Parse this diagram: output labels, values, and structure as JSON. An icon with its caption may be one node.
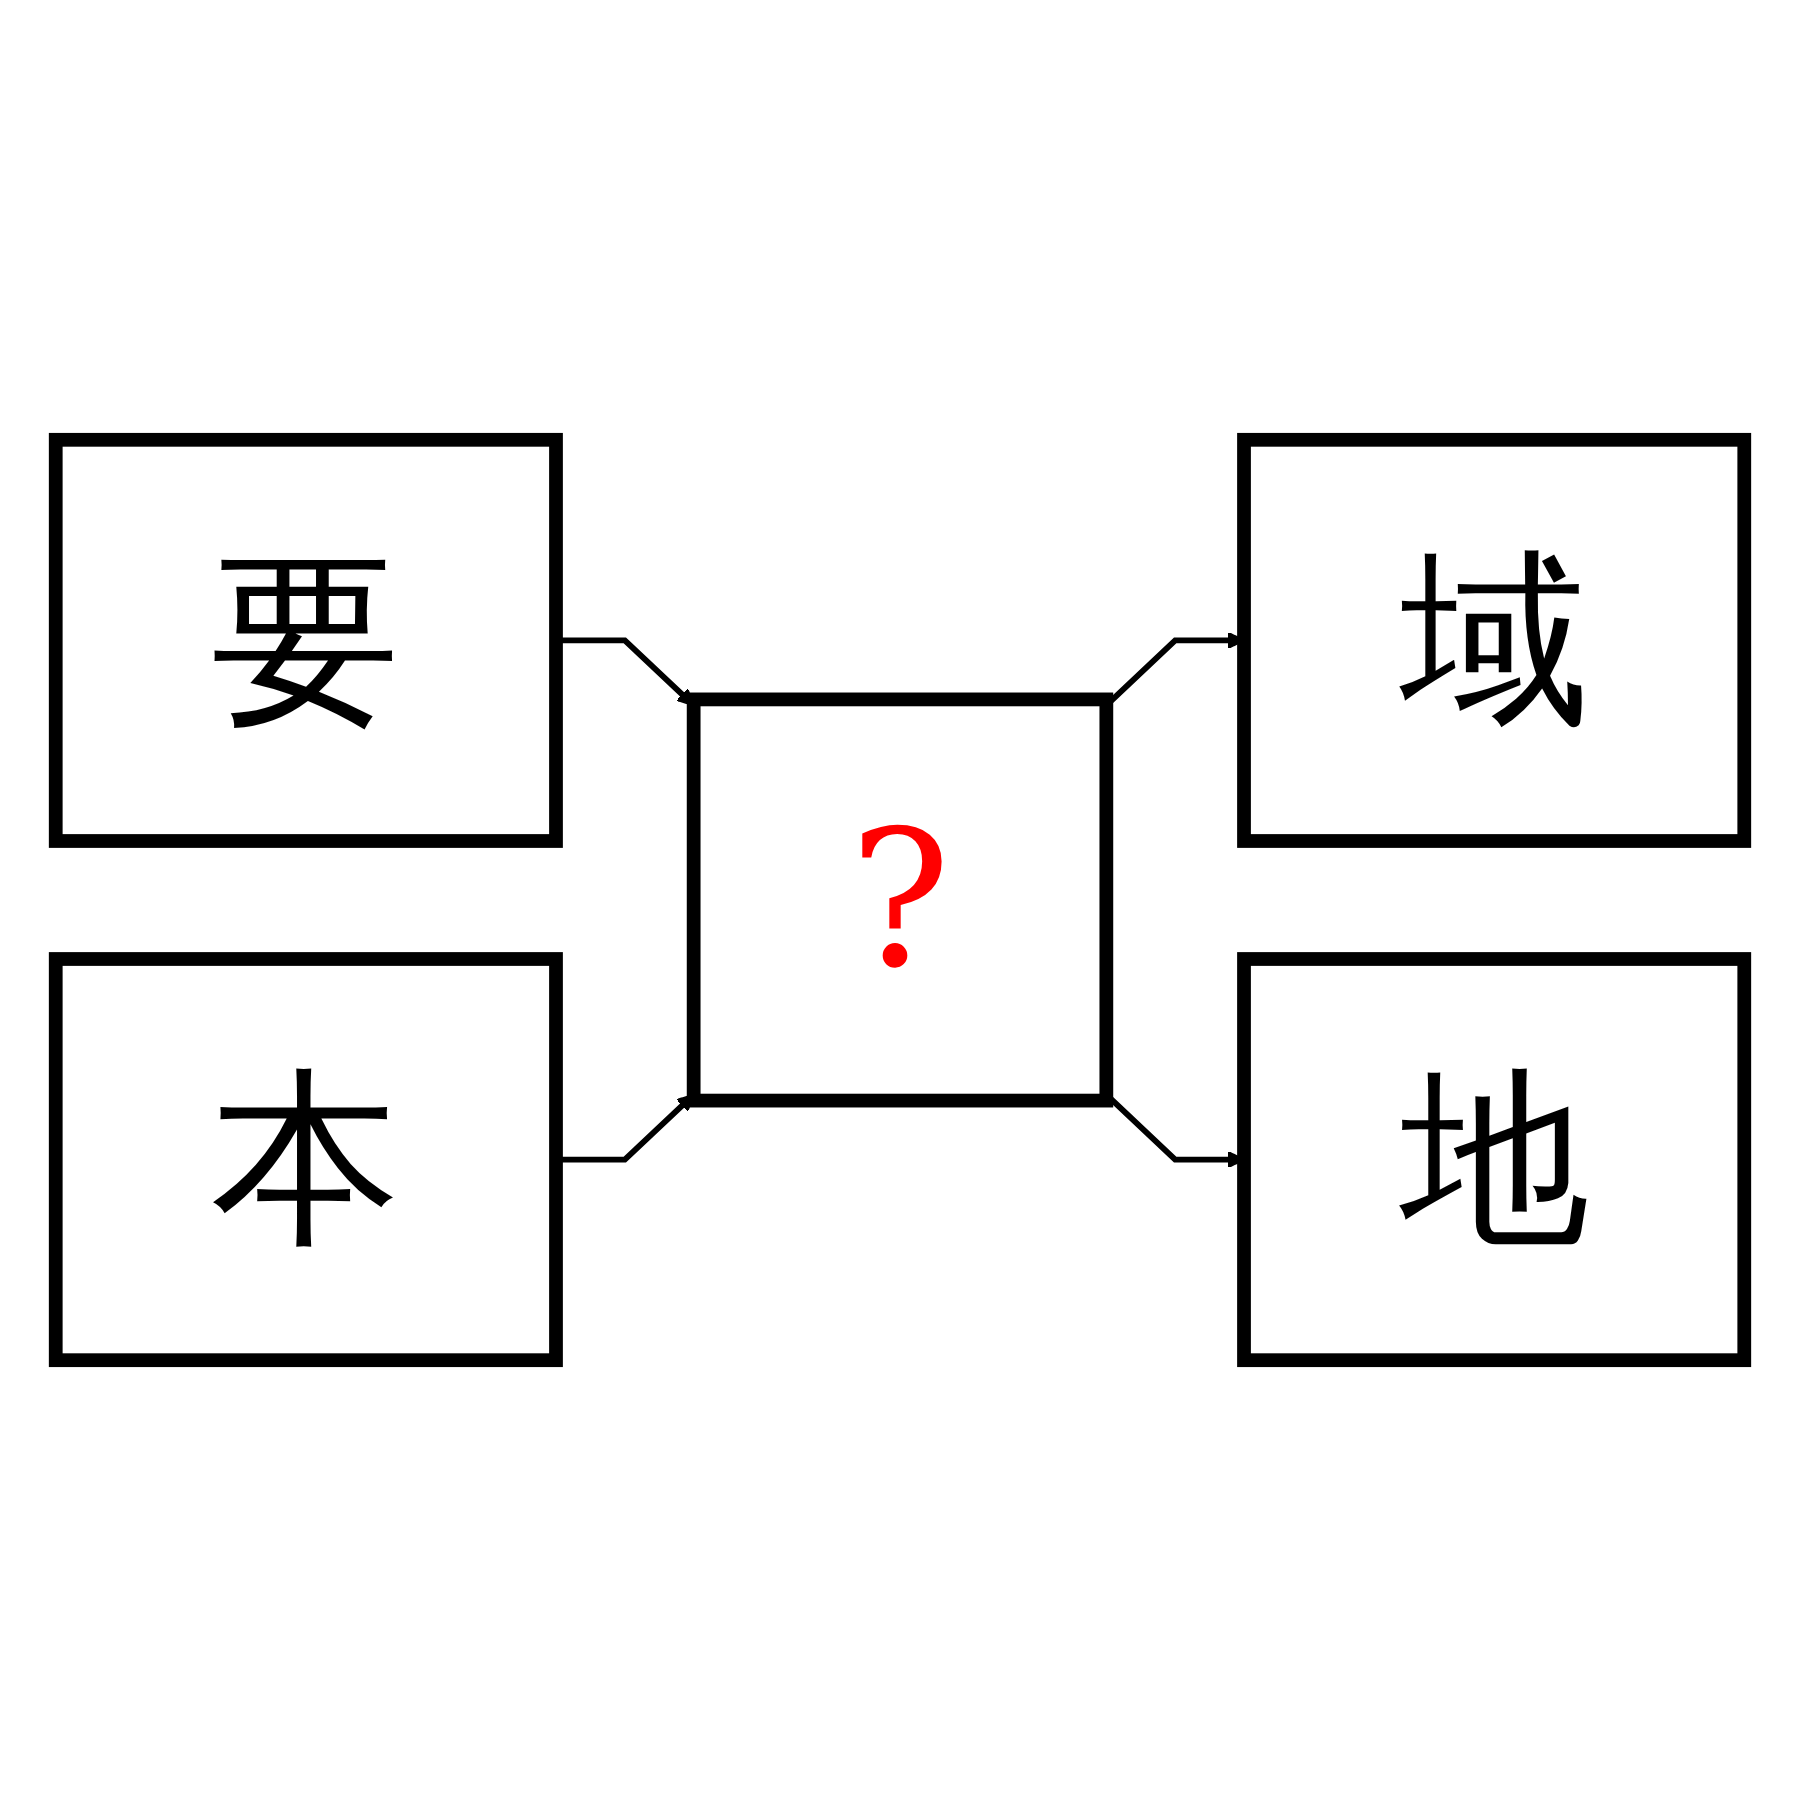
{
  "diagram": {
    "nodes": [
      {
        "text": [
          "要"
        ]
      },
      {
        "text": [
          "本"
        ]
      },
      {
        "text": [
          "?"
        ]
      },
      {
        "text": [
          "域"
        ]
      },
      {
        "text": [
          "地"
        ]
      }
    ],
    "edges": [
      {
        "from": 0,
        "to": 2,
        "arrow": "to"
      },
      {
        "from": 1,
        "to": 2,
        "arrow": "to"
      },
      {
        "from": 2,
        "to": 3,
        "arrow": "to"
      },
      {
        "from": 2,
        "to": 4,
        "arrow": "to"
      }
    ]
  }
}
